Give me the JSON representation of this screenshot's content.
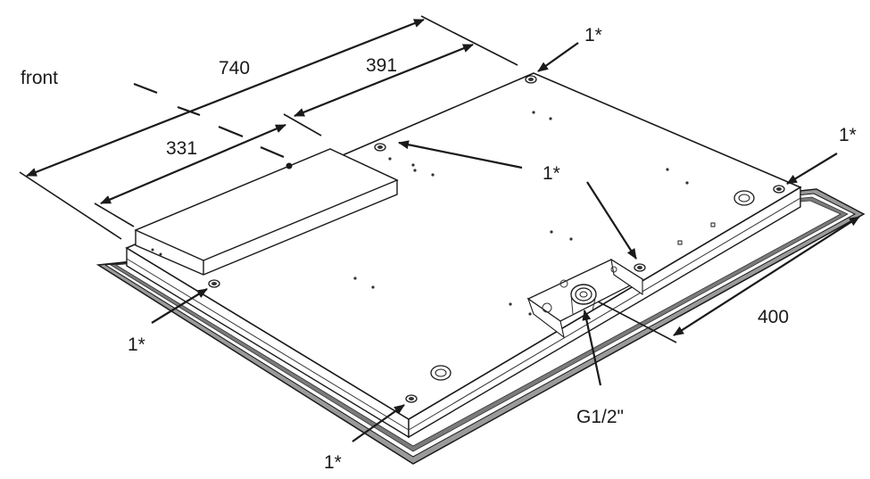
{
  "labels": {
    "front": "front",
    "dim_740": "740",
    "dim_391": "391",
    "dim_331": "331",
    "dim_400": "400",
    "fitting": "G1/2\"",
    "mount_top": "1*",
    "mount_right": "1*",
    "mount_center": "1*",
    "mount_left": "1*",
    "mount_bottom": "1*"
  },
  "colors": {
    "line": "#1a1a1a",
    "panel_face": "#ffffff",
    "frame": "#8a8a8a"
  }
}
